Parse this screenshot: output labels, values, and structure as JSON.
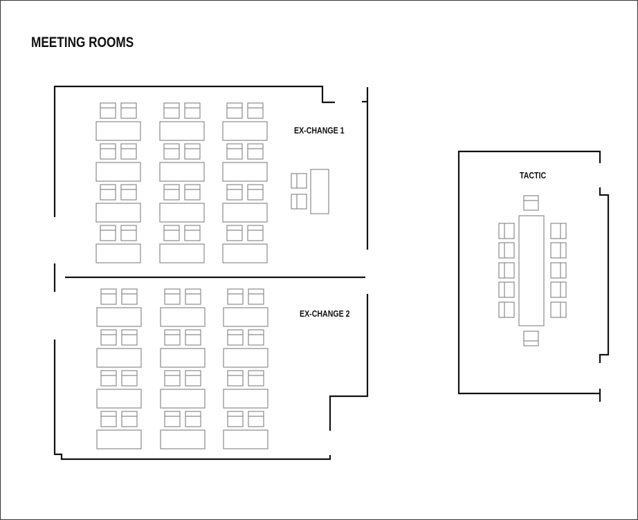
{
  "title": "MEETING ROOMS",
  "rooms": [
    {
      "name": "EX-CHANGE 1"
    },
    {
      "name": "EX-CHANGE 2"
    },
    {
      "name": "TACTIC"
    }
  ],
  "colors": {
    "wall": "#111111",
    "furniture": "#8a8a8a"
  }
}
